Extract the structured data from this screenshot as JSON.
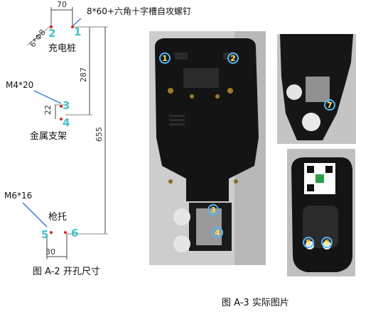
{
  "drawing": {
    "dims": {
      "top": "70",
      "hole_label": "6*Φ8",
      "mid": "287",
      "small": "22",
      "total": "655",
      "bottom": "30"
    },
    "labels": {
      "screw": "8*60+六角十字槽自攻螺钉",
      "charger": "充电桩",
      "m4": "M4*20",
      "bracket": "金属支架",
      "m6": "M6*16",
      "gun": "枪托"
    },
    "numbers": [
      "1",
      "2",
      "3",
      "4",
      "5",
      "6"
    ]
  },
  "captions": {
    "left": "图  A-2   开孔尺寸",
    "right": "图  A-3   实际图片"
  },
  "photo_badges": [
    "1",
    "2",
    "3",
    "4",
    "5",
    "6",
    "7"
  ],
  "colors": {
    "cyan": "#42c2c8",
    "red_dot": "#e02020",
    "badge_ring": "#4fb8ff",
    "badge_text": "#ffe34d"
  }
}
